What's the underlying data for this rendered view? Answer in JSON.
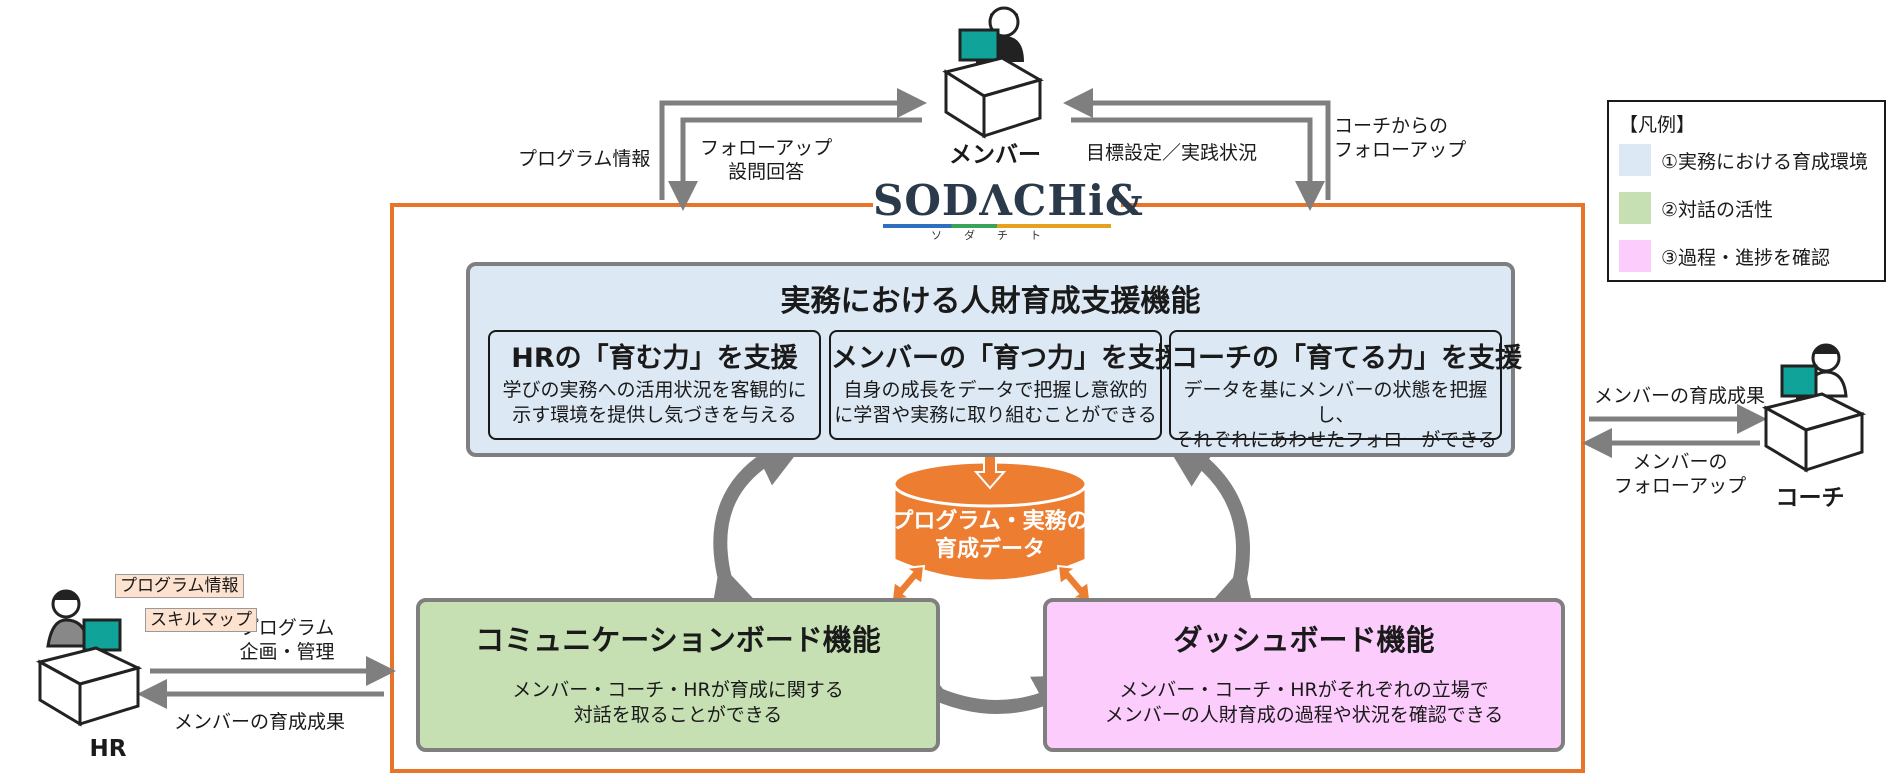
{
  "actors": {
    "member": "メンバー",
    "coach": "コーチ",
    "hr": "HR"
  },
  "flow_labels": {
    "program_info": "プログラム情報",
    "followup_answers": "フォローアップ\n設問回答",
    "goal_setting": "目標設定／実践状況",
    "coach_followup": "コーチからの\nフォローアップ",
    "coach_to_results": "メンバーの育成成果",
    "coach_member_followup": "メンバーの\nフォローアップ",
    "hr_program": "プログラム\n企画・管理",
    "hr_results": "メンバーの育成成果"
  },
  "hr_documents": {
    "doc1": "プログラム情報",
    "doc2": "スキルマップ"
  },
  "logo": {
    "word": "SODΛCHi&",
    "kana": "ソダチト"
  },
  "support_panel": {
    "title": "実務における人財育成支援機能",
    "cards": [
      {
        "title": "HRの「育む力」を支援",
        "desc": "学びの実務への活用状況を客観的に\n示す環境を提供し気づきを与える"
      },
      {
        "title": "メンバーの「育つ力」を支援",
        "desc": "自身の成長をデータで把握し意欲的\nに学習や実務に取り組むことができる"
      },
      {
        "title": "コーチの「育てる力」を支援",
        "desc": "データを基にメンバーの状態を把握し、\nそれぞれにあわせたフォローができる"
      }
    ]
  },
  "database": {
    "label": "プログラム・実務の\n育成データ"
  },
  "communication_board": {
    "title": "コミュニケーションボード機能",
    "desc": "メンバー・コーチ・HRが育成に関する\n対話を取ることができる"
  },
  "dashboard": {
    "title": "ダッシュボード機能",
    "desc": "メンバー・コーチ・HRがそれぞれの立場で\nメンバーの人財育成の過程や状況を確認できる"
  },
  "legend": {
    "title": "【凡例】",
    "items": [
      {
        "label": "①実務における育成環境",
        "color": "#dce8f4"
      },
      {
        "label": "②対話の活性",
        "color": "#c6e0b4"
      },
      {
        "label": "③過程・進捗を確認",
        "color": "#fcccfc"
      }
    ]
  },
  "colors": {
    "frame": "#e8742a",
    "arrow": "#7f7f7f",
    "database": "#ed7d31"
  }
}
